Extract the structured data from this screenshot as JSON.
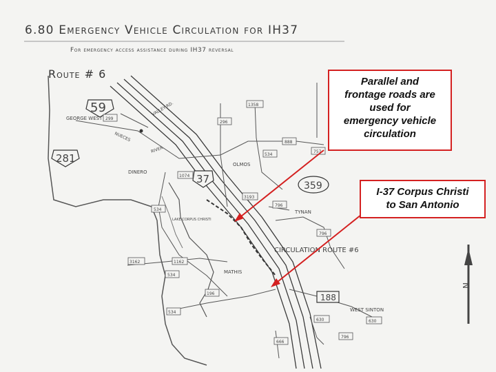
{
  "header": {
    "title": "6.80 Emergency Vehicle Circulation for IH37",
    "subtitle": "For emergency access assistance during IH37 reversal",
    "route_label": "Route # 6"
  },
  "callouts": [
    {
      "id": "frontage",
      "lines": [
        "Parallel and",
        "frontage roads are",
        "used for",
        "emergency vehicle",
        "circulation"
      ]
    },
    {
      "id": "i37",
      "lines": [
        "I-37 Corpus Christi",
        "to San Antonio"
      ]
    }
  ],
  "map": {
    "shields": {
      "us59": "59",
      "us281": "281",
      "i37": "37",
      "r359": "359",
      "r188": "188"
    },
    "road_numbers": [
      "1358",
      "296",
      "888",
      "757",
      "299",
      "534",
      "1074",
      "3193",
      "796",
      "796",
      "534",
      "3162",
      "1162",
      "534",
      "534",
      "196",
      "630",
      "630",
      "796",
      "666"
    ],
    "place_names": {
      "george_west": "GEORGE WEST",
      "dinero": "DINERO",
      "olmos": "OLMOS",
      "tynan": "TYNAN",
      "lake_corpus_christi": "LAKE CORPUS CHRISTI",
      "mathis": "MATHIS",
      "west_sinton": "WEST SINTON",
      "circulation_route": "CIRCULATION ROUTE #6",
      "valley_rd": "VALLEY RD.",
      "river_label": "RIVER",
      "nueces": "NUECES"
    },
    "north_label": "N"
  },
  "colors": {
    "callout_border": "#d42020",
    "arrow": "#d42020",
    "map_ink": "#3a3a3a"
  }
}
